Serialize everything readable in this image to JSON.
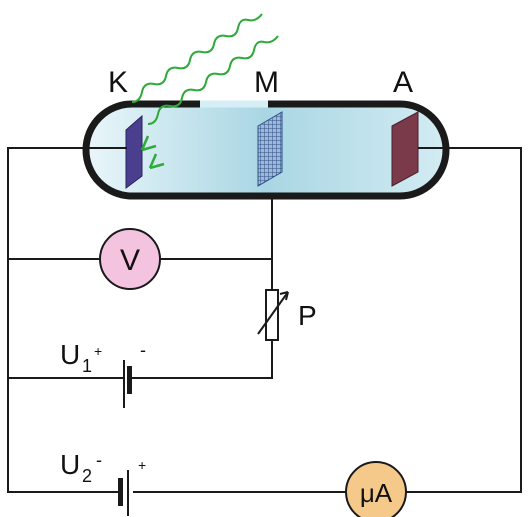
{
  "labels": {
    "cathode": "K",
    "mesh": "M",
    "anode": "A",
    "voltmeter": "V",
    "potentiometer": "P",
    "source1_letter": "U",
    "source1_sub": "1",
    "source1_plus": "+",
    "source1_minus": "-",
    "source2_letter": "U",
    "source2_sub": "2",
    "source2_minus": "-",
    "source2_plus": "+",
    "microammeter": "μA"
  },
  "colors": {
    "wire": "#1a1a1a",
    "tube_outline": "#1a1a1a",
    "tube_fill": "#bfe3ec",
    "cathode_plate": "#4a3f8f",
    "mesh_grid": "#3a5a8a",
    "anode_plate": "#7a3a4a",
    "voltmeter_fill": "#f3c3e0",
    "microammeter_fill": "#f5c98a",
    "light_wave": "#2eaa3a"
  }
}
